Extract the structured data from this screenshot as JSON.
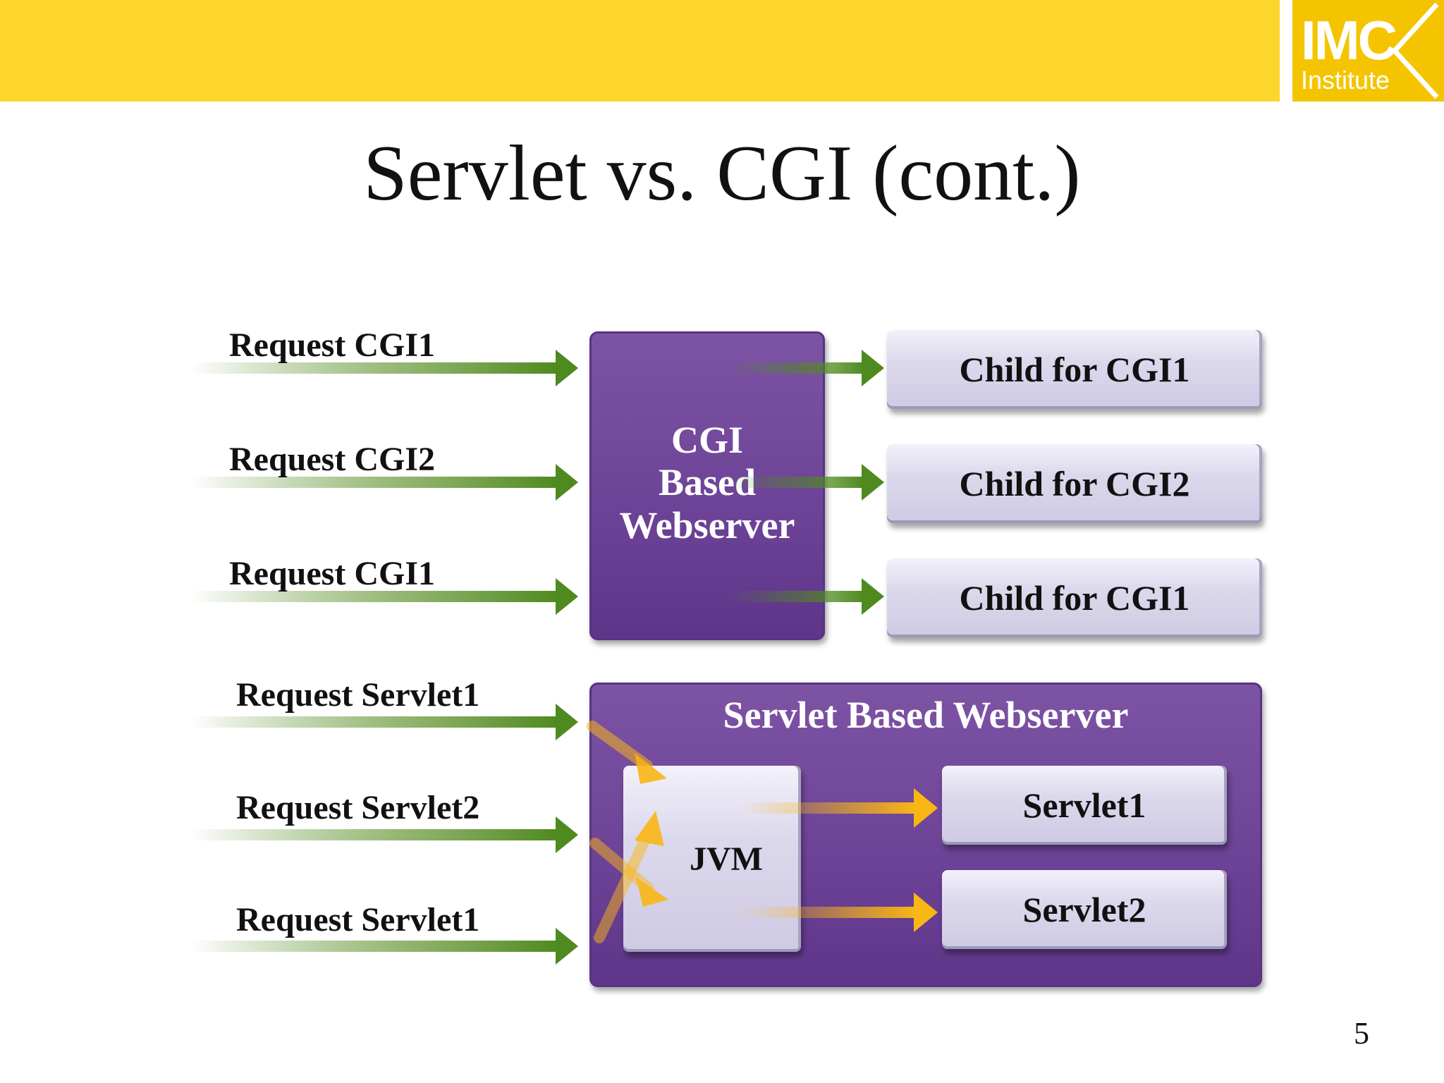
{
  "header": {
    "logo_main": "IMC",
    "logo_sub": "Institute",
    "bar_color": "#FCD62A"
  },
  "title": "Servlet vs. CGI (cont.)",
  "cgi_section": {
    "requests": [
      "Request CGI1",
      "Request CGI2",
      "Request CGI1"
    ],
    "server_label_lines": [
      "CGI",
      "Based",
      "Webserver"
    ],
    "children": [
      "Child for CGI1",
      "Child for CGI2",
      "Child for CGI1"
    ]
  },
  "servlet_section": {
    "requests": [
      "Request Servlet1",
      "Request Servlet2",
      "Request Servlet1"
    ],
    "server_label": "Servlet Based Webserver",
    "jvm_label": "JVM",
    "servlets": [
      "Servlet1",
      "Servlet2"
    ]
  },
  "colors": {
    "request_arrow": "#4f8a1f",
    "jvm_arrow": "#F9B714",
    "panel_purple": "#6c4296",
    "box_lavender": "#d8d4ea"
  },
  "page_number": "5"
}
